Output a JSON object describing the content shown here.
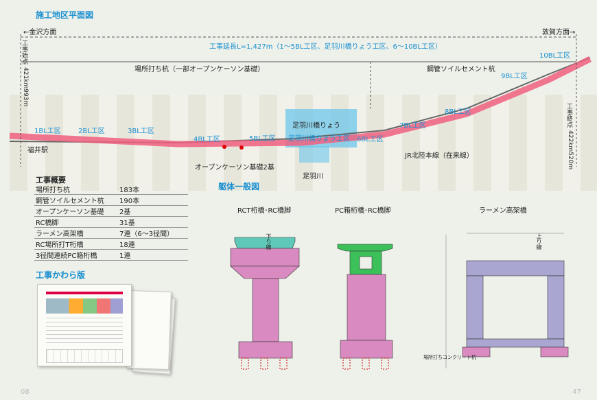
{
  "plan": {
    "title": "施工地区平面図",
    "dir_left": "←金沢方面",
    "dir_right": "敦賀方面→",
    "length_note": "工事延長L=1,427m（1〜5BL工区、足羽川橋りょう工区、6〜10BL工区）",
    "start_label": "工事始点",
    "start_km": "421km993m",
    "end_label": "工事終点",
    "end_km": "422km520m",
    "section_left": "場所打ち杭（一部オープンケーソン基礎）",
    "section_right": "鋼管ソイルセメント杭",
    "station": "福井駅",
    "bridge_label": "足羽川橋りょう",
    "caisson_label": "オープンケーソン基礎2基",
    "river": "足羽川",
    "rail_line": "JR北陸本線（在来線）",
    "sections": [
      "1BL工区",
      "2BL工区",
      "3BL工区",
      "4BL工区",
      "5BL工区",
      "足羽川橋りょう工区",
      "6BL工区",
      "7BL工区",
      "8BL工区",
      "9BL工区",
      "10BL工区"
    ]
  },
  "summary": {
    "title": "工事概要",
    "rows": [
      {
        "k": "場所打ち杭",
        "v": "183本"
      },
      {
        "k": "鋼管ソイルセメント杭",
        "v": "190本"
      },
      {
        "k": "オープンケーソン基礎",
        "v": "2基"
      },
      {
        "k": "RC橋脚",
        "v": "31基"
      },
      {
        "k": "ラーメン高架橋",
        "v": "7連（6〜3径間）"
      },
      {
        "k": "RC場所打T桁橋",
        "v": "18連"
      },
      {
        "k": "3径間連続PC箱桁橋",
        "v": "1連"
      }
    ]
  },
  "newsletter": {
    "title": "工事かわら版"
  },
  "diagrams": {
    "title": "躯体一般図",
    "items": [
      "RCT桁橋･RC橋脚",
      "PC箱桁橋･RC橋脚",
      "ラーメン高架橋"
    ],
    "track_labels": [
      "上り線",
      "下り線"
    ],
    "ground_note": "場所打ちコンクリート杭"
  },
  "pages": {
    "left": "08",
    "right": "47"
  },
  "colors": {
    "accent": "#1a8fd0",
    "concrete": "#d98ac0",
    "ballast": "#5fc8b8",
    "green": "#3cc05a",
    "rigid": "#a9a6d1",
    "route": "#f06080",
    "bridge_zone": "#6cc6ea"
  }
}
